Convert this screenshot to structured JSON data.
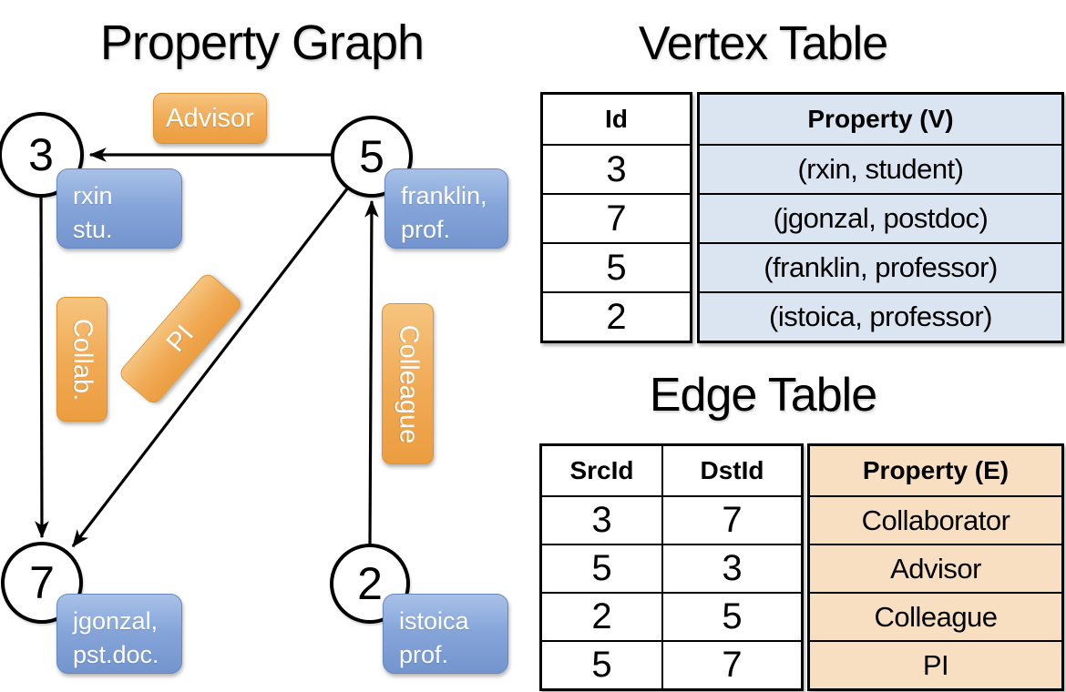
{
  "graph": {
    "title": "Property Graph",
    "nodes": [
      {
        "id": "3",
        "property": [
          "rxin",
          "stu."
        ]
      },
      {
        "id": "5",
        "property": [
          "franklin,",
          "prof."
        ]
      },
      {
        "id": "7",
        "property": [
          "jgonzal,",
          "pst.doc."
        ]
      },
      {
        "id": "2",
        "property": [
          "istoica",
          "prof."
        ]
      }
    ],
    "edge_labels": [
      {
        "text": "Advisor"
      },
      {
        "text": "Collab."
      },
      {
        "text": "PI"
      },
      {
        "text": "Colleague"
      }
    ]
  },
  "vertex_table": {
    "title": "Vertex Table",
    "headers": {
      "id": "Id",
      "property": "Property (V)"
    },
    "rows": [
      {
        "id": "3",
        "property": "(rxin, student)"
      },
      {
        "id": "7",
        "property": "(jgonzal, postdoc)"
      },
      {
        "id": "5",
        "property": "(franklin, professor)"
      },
      {
        "id": "2",
        "property": "(istoica, professor)"
      }
    ]
  },
  "edge_table": {
    "title": "Edge Table",
    "headers": {
      "src": "SrcId",
      "dst": "DstId",
      "property": "Property (E)"
    },
    "rows": [
      {
        "src": "3",
        "dst": "7",
        "property": "Collaborator"
      },
      {
        "src": "5",
        "dst": "3",
        "property": "Advisor"
      },
      {
        "src": "2",
        "dst": "5",
        "property": "Colleague"
      },
      {
        "src": "5",
        "dst": "7",
        "property": "PI"
      }
    ]
  },
  "colors": {
    "edge_label_orange": "#f0a953",
    "vertex_label_blue": "#86a6da",
    "vertex_property_bg": "#dbe5f1",
    "edge_property_bg": "#f8dfc2",
    "line_black": "#000000"
  }
}
